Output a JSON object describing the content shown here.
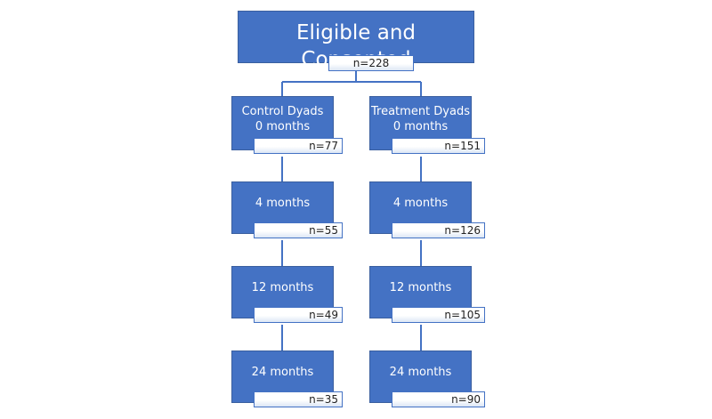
{
  "root": {
    "title": "Eligible and Consented",
    "count": "n=228"
  },
  "control": {
    "stages": [
      {
        "title": [
          "Control Dyads",
          "0 months"
        ],
        "count": "n=77"
      },
      {
        "title": [
          "4 months"
        ],
        "count": "n=55"
      },
      {
        "title": [
          "12 months"
        ],
        "count": "n=49"
      },
      {
        "title": [
          "24 months"
        ],
        "count": "n=35"
      }
    ]
  },
  "treatment": {
    "stages": [
      {
        "title": [
          "Treatment Dyads",
          "0 months"
        ],
        "count": "n=151"
      },
      {
        "title": [
          "4 months"
        ],
        "count": "n=126"
      },
      {
        "title": [
          "12 months"
        ],
        "count": "n=105"
      },
      {
        "title": [
          "24 months"
        ],
        "count": "n=90"
      }
    ]
  },
  "colors": {
    "box": "#4472c4",
    "connector": "#4472c4",
    "text": "#ffffff"
  }
}
